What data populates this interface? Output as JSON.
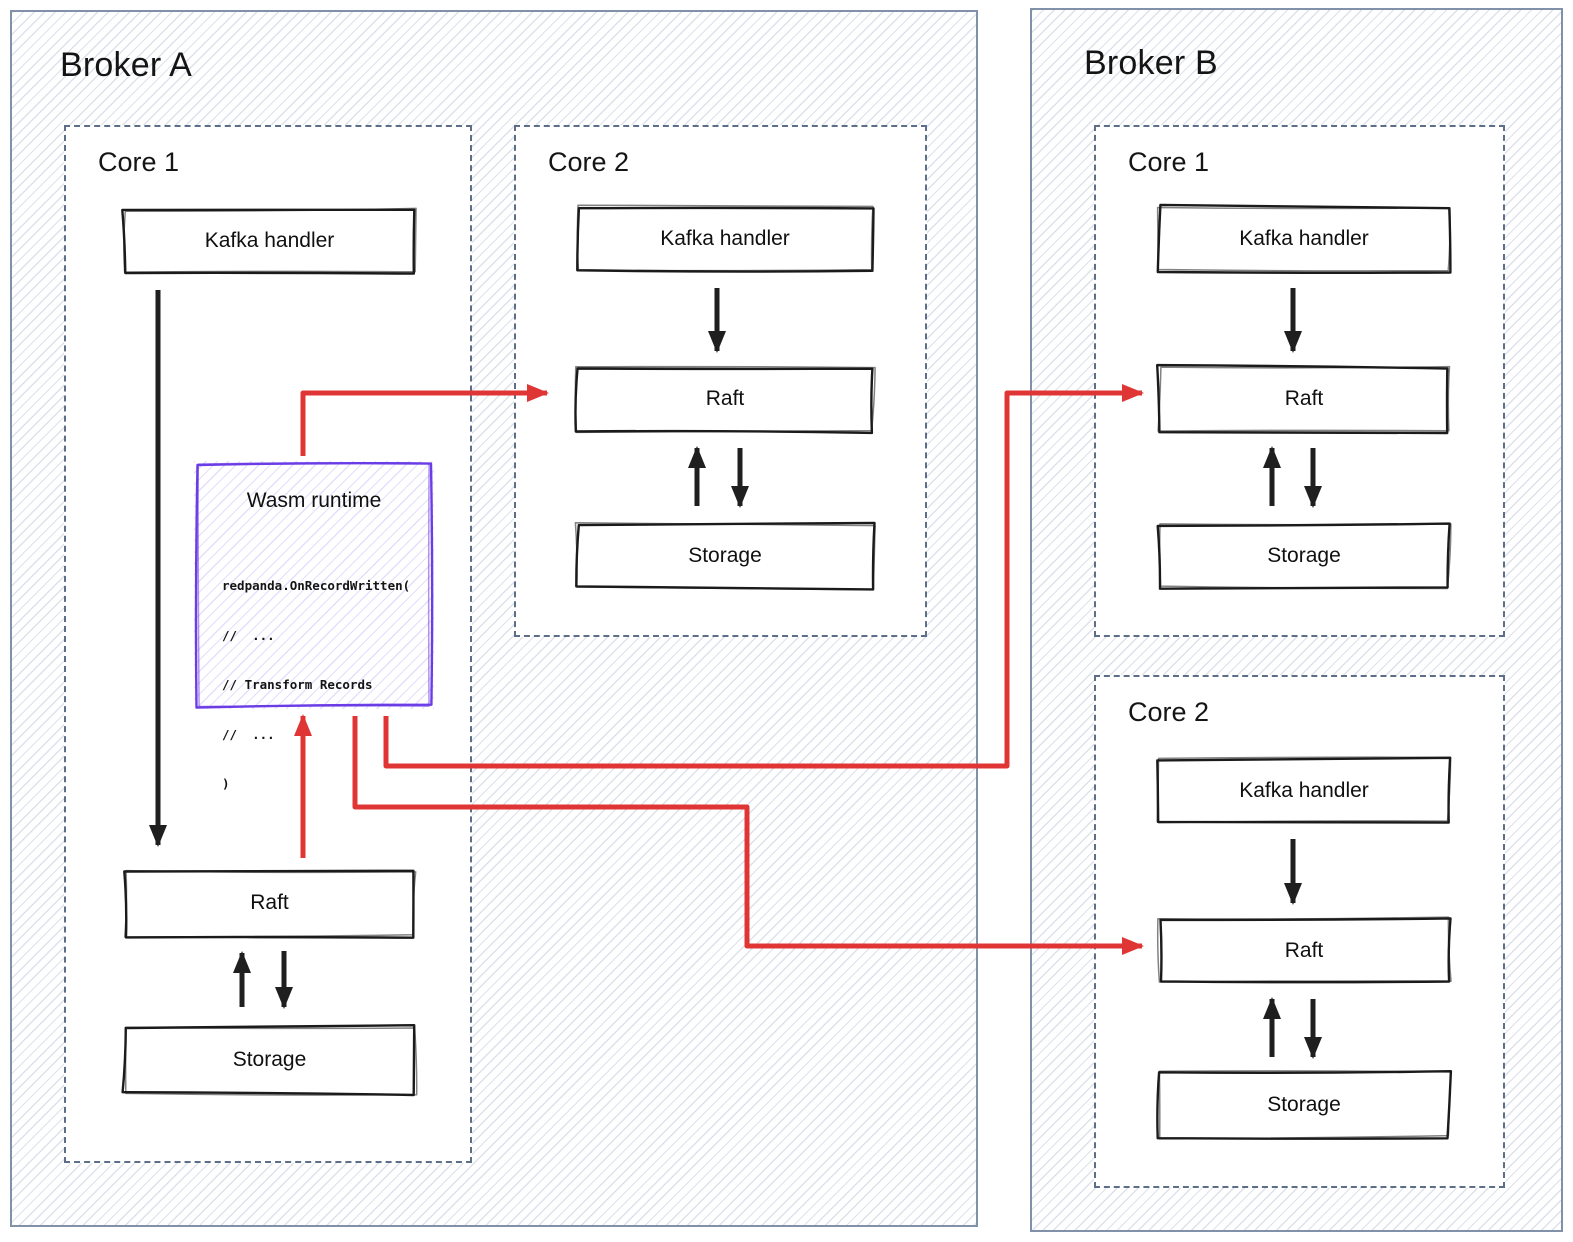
{
  "broker_a": {
    "title": "Broker A",
    "core1": {
      "title": "Core 1",
      "kafka_label": "Kafka handler",
      "raft_label": "Raft",
      "storage_label": "Storage",
      "wasm": {
        "title": "Wasm runtime",
        "code": [
          "redpanda.OnRecordWritten(",
          "//  ...",
          "// Transform Records",
          "//  ...",
          ")"
        ]
      }
    },
    "core2": {
      "title": "Core 2",
      "kafka_label": "Kafka handler",
      "raft_label": "Raft",
      "storage_label": "Storage"
    }
  },
  "broker_b": {
    "title": "Broker B",
    "core1": {
      "title": "Core 1",
      "kafka_label": "Kafka handler",
      "raft_label": "Raft",
      "storage_label": "Storage"
    },
    "core2": {
      "title": "Core 2",
      "kafka_label": "Kafka handler",
      "raft_label": "Raft",
      "storage_label": "Storage"
    }
  },
  "colors": {
    "arrow_red": "#e03535",
    "arrow_black": "#1f1f1f",
    "wasm_purple": "#6b3de6",
    "sketch_ink": "#1b1b1b",
    "frame_border": "#8191a9",
    "core_dash_border": "#5d6e88"
  }
}
